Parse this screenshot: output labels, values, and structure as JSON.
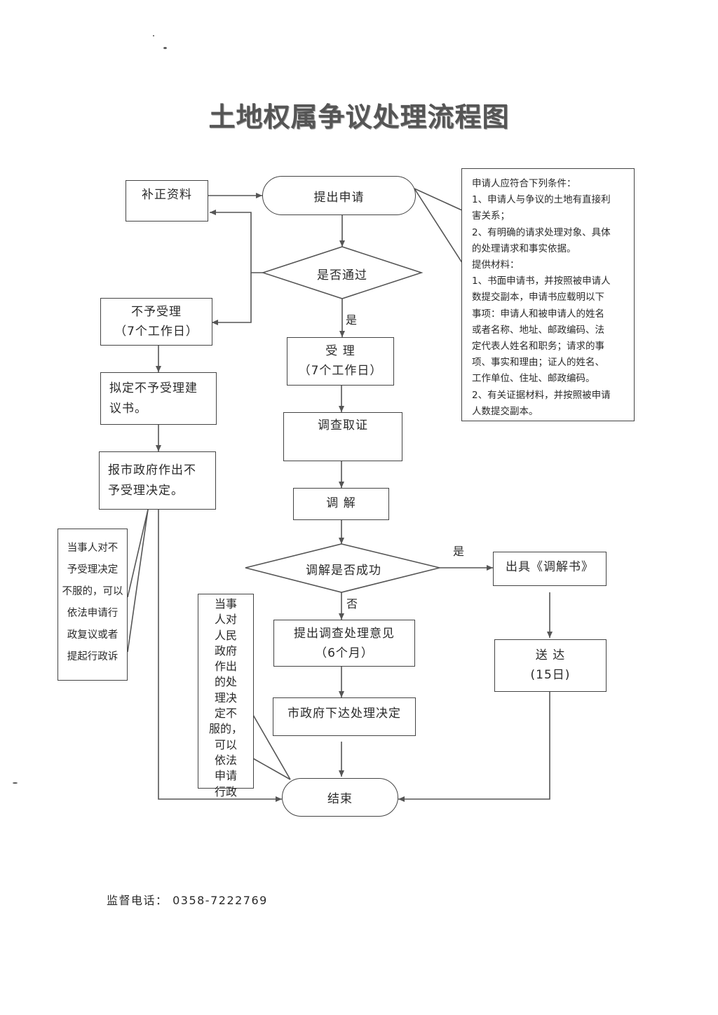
{
  "title": "土地权属争议处理流程图",
  "nodes": {
    "supplement": "补正资料",
    "submit": "提出申请",
    "pass_check": "是否通过",
    "reject_1": "不予受理",
    "reject_2": "（7个工作日）",
    "draft_1": "拟定不予受理建",
    "draft_2": "议书。",
    "report_1": "报市政府作出不",
    "report_2": "予受理决定。",
    "accept_1": "受  理",
    "accept_2": "（7个工作日）",
    "investigate": "调查取证",
    "mediate": "调    解",
    "mediate_check": "调解是否成功",
    "issue_mediation": "出具《调解书》",
    "opinion_1": "提出调查处理意见",
    "opinion_2": "（6个月）",
    "decision": "市政府下达处理决定",
    "deliver_1": "送  达",
    "deliver_2": "(15日)",
    "end": "结束"
  },
  "edge_labels": {
    "yes_pass": "是",
    "yes_mediate": "是",
    "no_mediate": "否"
  },
  "conditions_note": [
    "申请人应符合下列条件：",
    "1、申请人与争议的土地有直接利",
    "害关系；",
    "2、有明确的请求处理对象、具体",
    "的处理请求和事实依据。",
    "提供材料：",
    "1、书面申请书，并按照被申请人",
    "数提交副本，申请书应载明以下",
    "事项：申请人和被申请人的姓名",
    "或者名称、地址、邮政编码、法",
    "定代表人姓名和职务；请求的事",
    "项、事实和理由；证人的姓名、",
    "工作单位、住址、邮政编码。",
    "2、有关证据材料，并按照被申请",
    "人数提交副本。"
  ],
  "left_note": [
    "当事人对不",
    "予受理决定",
    "不服的，可以",
    "依法申请行",
    "政复议或者",
    "提起行政诉"
  ],
  "mid_note": [
    "当事",
    "人对",
    "人民",
    "政府",
    "作出",
    "的处",
    "理决",
    "定不",
    "服的，",
    "可以",
    "依法",
    "申请",
    "行政"
  ],
  "footer": "监督电话：  0358-7222769"
}
